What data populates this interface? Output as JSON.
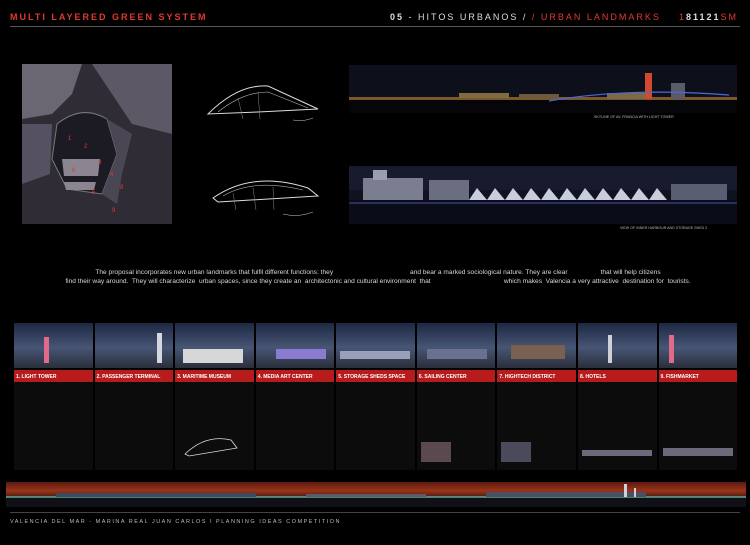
{
  "header": {
    "left_title": "MULTI LAYERED GREEN SYSTEM",
    "section_num": "05",
    "section_sep": " -  HITOS URBANOS  /  ",
    "section_en": "/ URBAN LANDMARKS",
    "code_1": "1",
    "code_2": "81121",
    "code_3": "SM"
  },
  "captions": {
    "skyline": "SKYLINE OF AV. FRANCIA WITH LIGHT TOWER",
    "harbour": "VIEW OF INNER HARBOUR AND STORAGE SHED 2"
  },
  "intro": {
    "line1": "The proposal incorporates new urban landmarks that fulfil different functions: they                                          and bear a marked sociological nature. They are clear                  that will help citizens",
    "line2": "find their way around.  They will characterize  urban spaces, since they create an  architectonic and cultural environment  that                                        which makes  Valencia a very attractive  destination for  tourists."
  },
  "landmarks": [
    {
      "title": "1. LIGHT TOWER"
    },
    {
      "title": "2. PASSENGER TERMINAL"
    },
    {
      "title": "3. MARITIME MUSEUM"
    },
    {
      "title": "4. MEDIA ART CENTER"
    },
    {
      "title": "5. STORAGE SHEDS SPACE"
    },
    {
      "title": "6. SAILING CENTER"
    },
    {
      "title": "7. HIGHTECH DISTRICT"
    },
    {
      "title": "8. HOTELS"
    },
    {
      "title": "9. FISHMARKET"
    }
  ],
  "footer": {
    "text": "VALENCIA DEL MAR - MARINA REAL JUAN CARLOS I PLANNING IDEAS COMPETITION"
  },
  "colors": {
    "accent_red": "#e23a2c",
    "header_bar_red": "#b81b1b"
  }
}
